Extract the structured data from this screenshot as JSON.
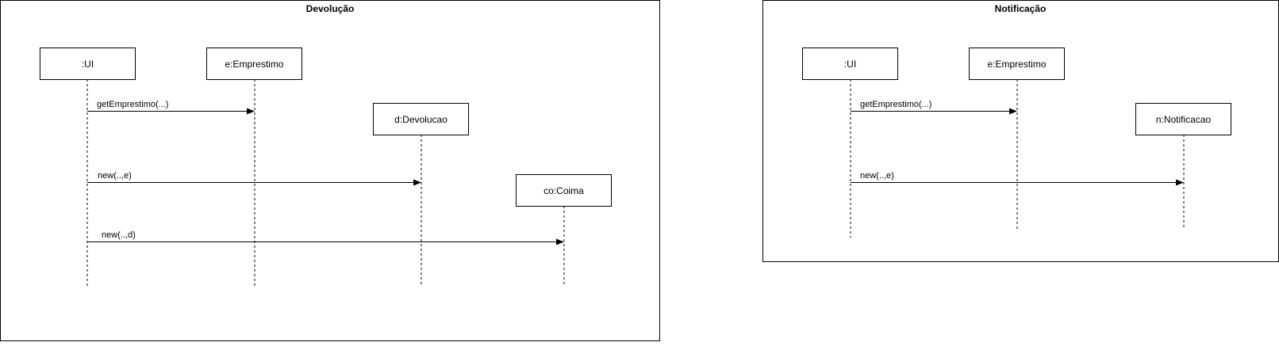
{
  "diagrams": [
    {
      "title": "Devolução",
      "participants": [
        ":UI",
        "e:Emprestimo",
        "d:Devolucao",
        "co:Coima"
      ],
      "messages": [
        {
          "from": ":UI",
          "to": "e:Emprestimo",
          "label": "getEmprestimo(...)"
        },
        {
          "from": ":UI",
          "to": "d:Devolucao",
          "label": "new(..,e)"
        },
        {
          "from": ":UI",
          "to": "co:Coima",
          "label": "new(..,d)"
        }
      ]
    },
    {
      "title": "Notificação",
      "participants": [
        ":UI",
        "e:Emprestimo",
        "n:Notificacao"
      ],
      "messages": [
        {
          "from": ":UI",
          "to": "e:Emprestimo",
          "label": "getEmprestimo(...)"
        },
        {
          "from": ":UI",
          "to": "n:Notificacao",
          "label": "new(..,e)"
        }
      ]
    }
  ]
}
